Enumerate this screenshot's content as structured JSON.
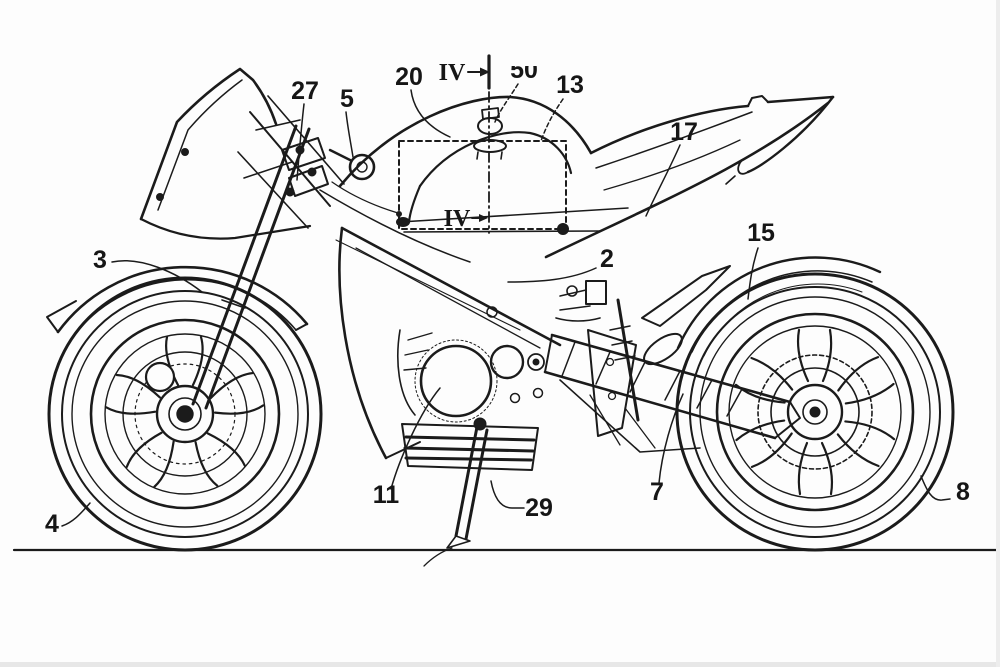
{
  "page": {
    "background": "#fdfdfd",
    "ink_color": "#1b1b1b",
    "description": "Patent-style side-elevation line drawing of a sport motorcycle on a ground line, annotated with numbered reference callouts and a section line IV-IV through the fuel-tank area (dashed inspection rectangle around the tank)."
  },
  "section_marks": {
    "top": "IV",
    "bottom": "IV"
  },
  "callouts": {
    "n20": "20",
    "n50": "50",
    "n13": "13",
    "n27": "27",
    "n5": "5",
    "n17": "17",
    "n15": "15",
    "n2": "2",
    "n3": "3",
    "n4": "4",
    "n11": "11",
    "n29": "29",
    "n7": "7",
    "n8": "8"
  }
}
